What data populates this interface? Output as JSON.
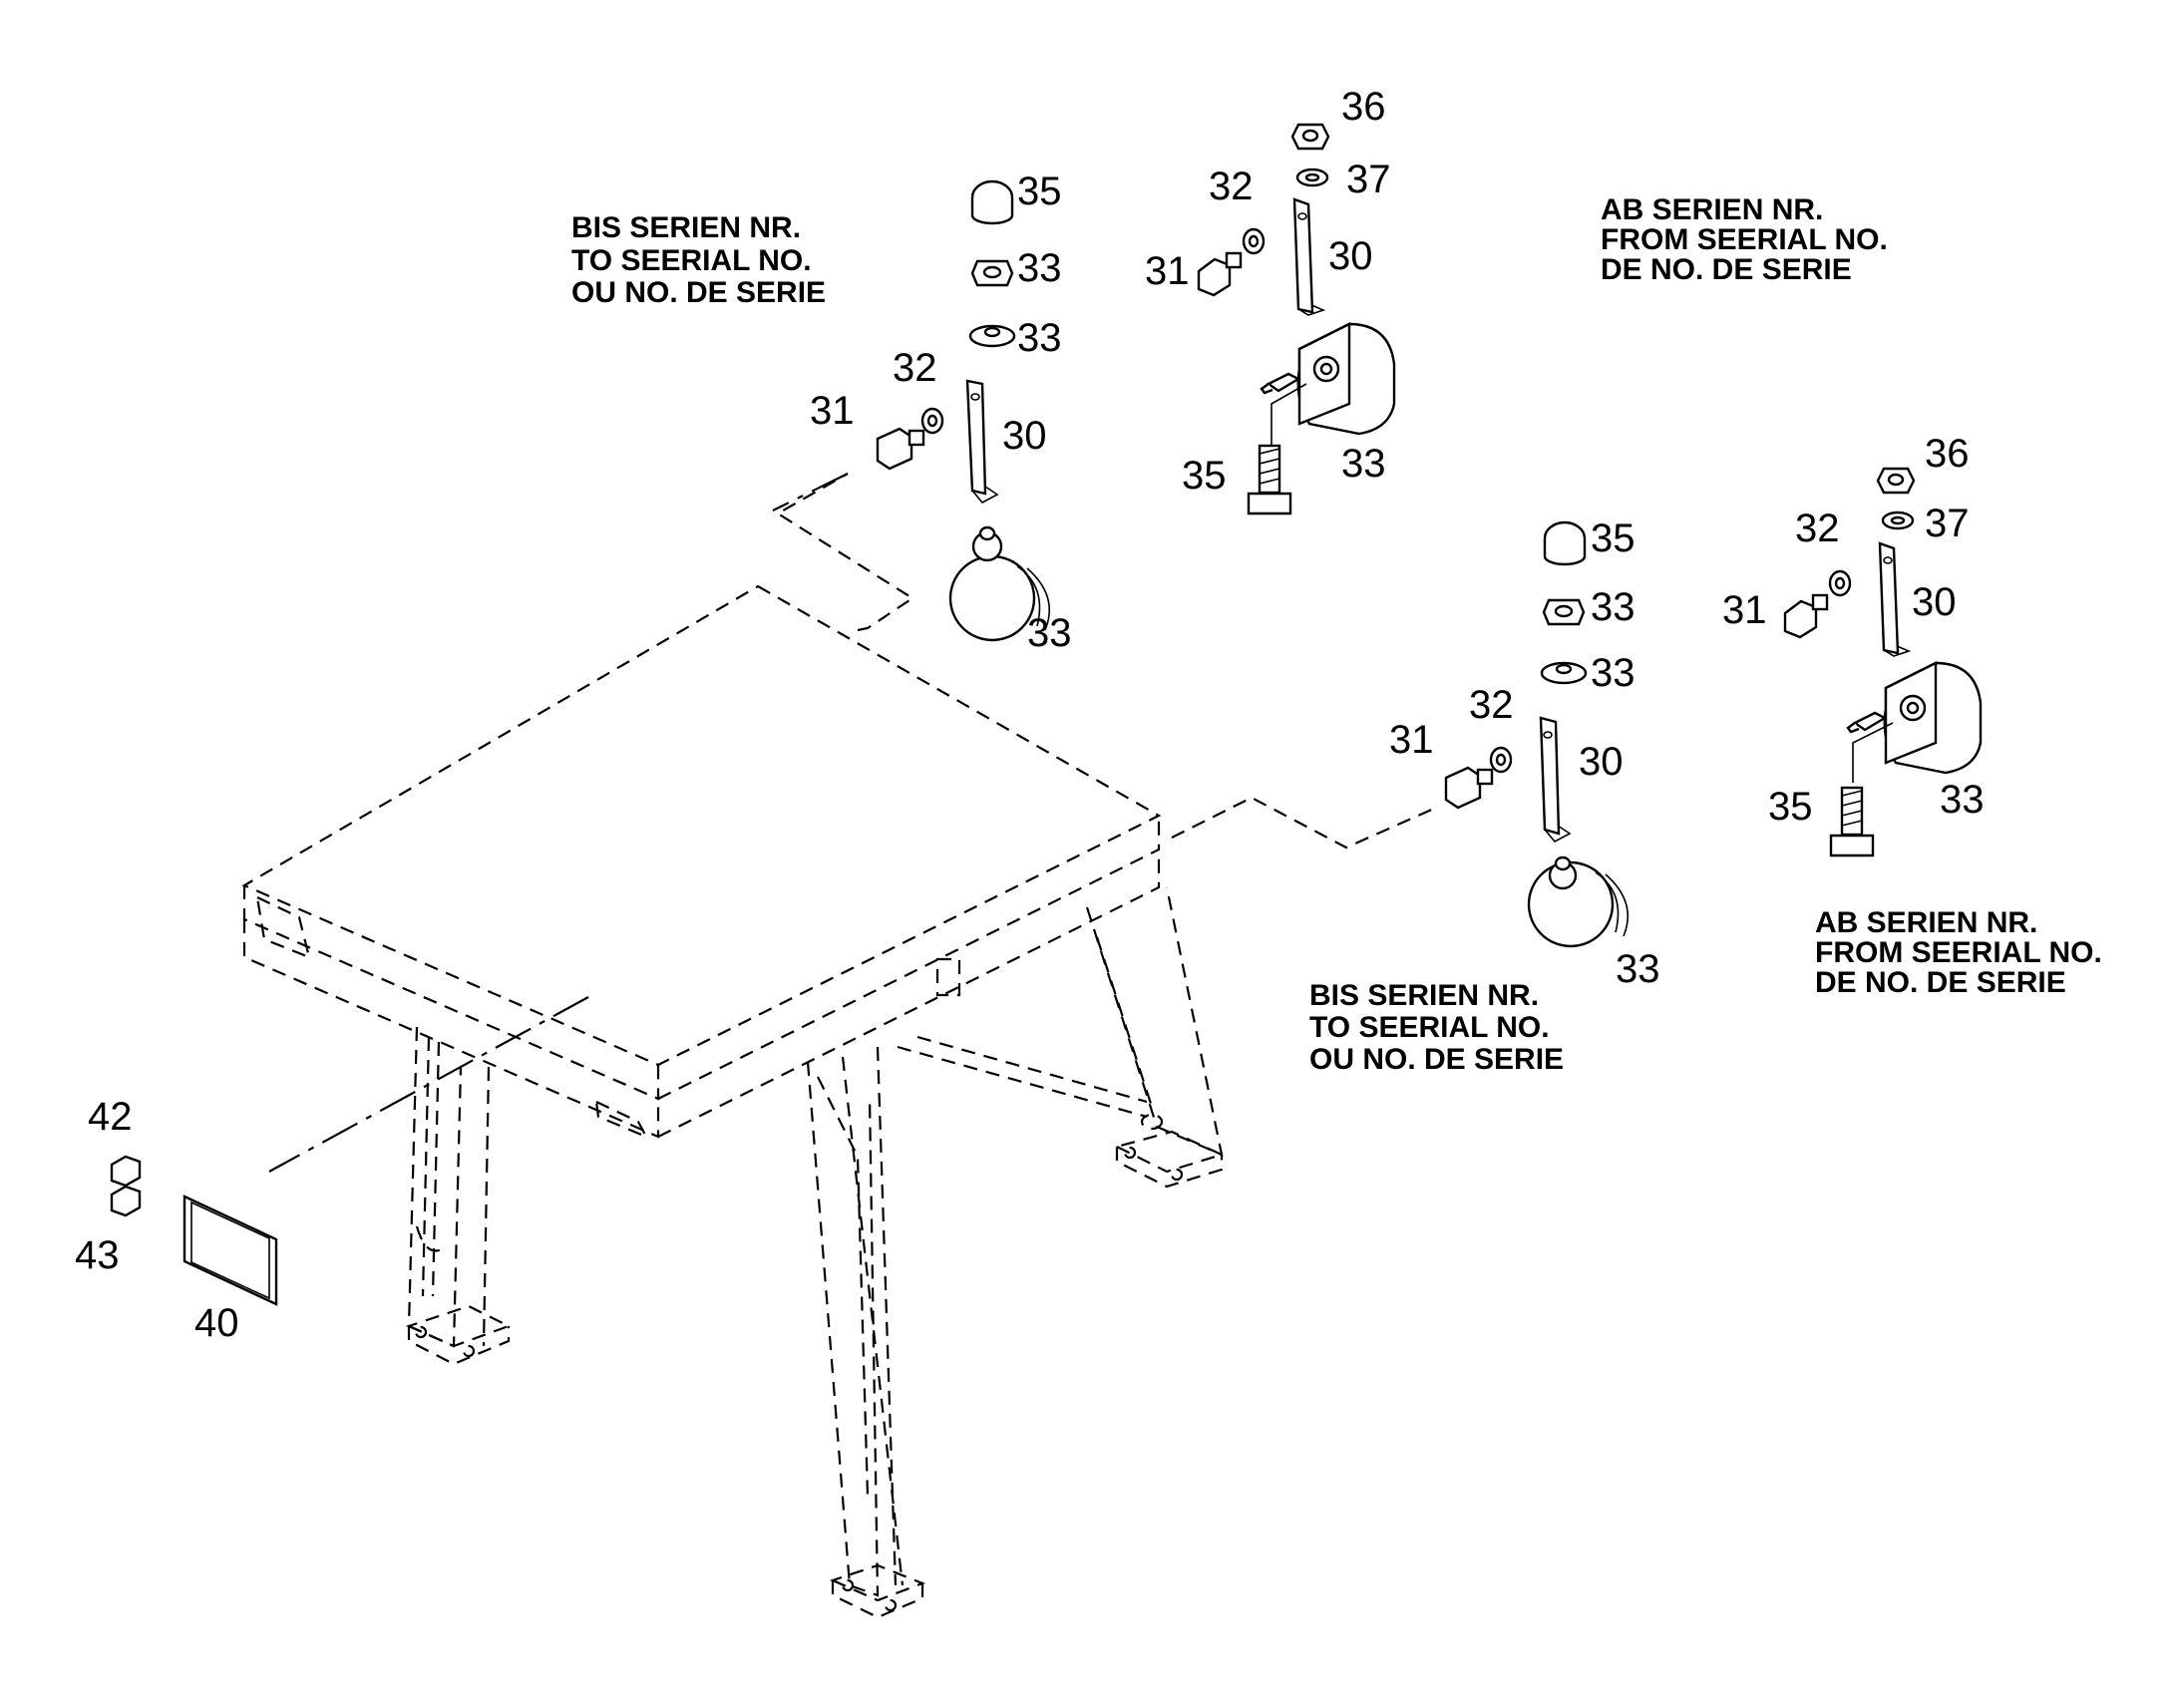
{
  "notes": {
    "bis_left": [
      "BIS SERIEN NR.",
      "TO SEERIAL NO.",
      "OU NO. DE SERIE"
    ],
    "ab_top": [
      "AB SERIEN NR.",
      "FROM SEERIAL NO.",
      "DE NO. DE SERIE"
    ],
    "bis_right": [
      "BIS SERIEN NR.",
      "TO SEERIAL NO.",
      "OU NO. DE SERIE"
    ],
    "ab_right": [
      "AB SERIEN NR.",
      "FROM SEERIAL NO.",
      "DE NO. DE SERIE"
    ]
  },
  "callouts": {
    "g1": {
      "c35": "35",
      "c33a": "33",
      "c33b": "33",
      "c32": "32",
      "c31": "31",
      "c30": "30",
      "c33c": "33"
    },
    "g2": {
      "c36": "36",
      "c37": "37",
      "c32": "32",
      "c30": "30",
      "c31": "31",
      "c35": "35",
      "c33": "33"
    },
    "g3": {
      "c35": "35",
      "c33a": "33",
      "c33b": "33",
      "c32": "32",
      "c31": "31",
      "c30": "30",
      "c33c": "33"
    },
    "g4": {
      "c36": "36",
      "c37": "37",
      "c32": "32",
      "c30": "30",
      "c31": "31",
      "c35": "35",
      "c33": "33"
    },
    "plate": {
      "c42": "42",
      "c43": "43",
      "c40": "40"
    }
  }
}
